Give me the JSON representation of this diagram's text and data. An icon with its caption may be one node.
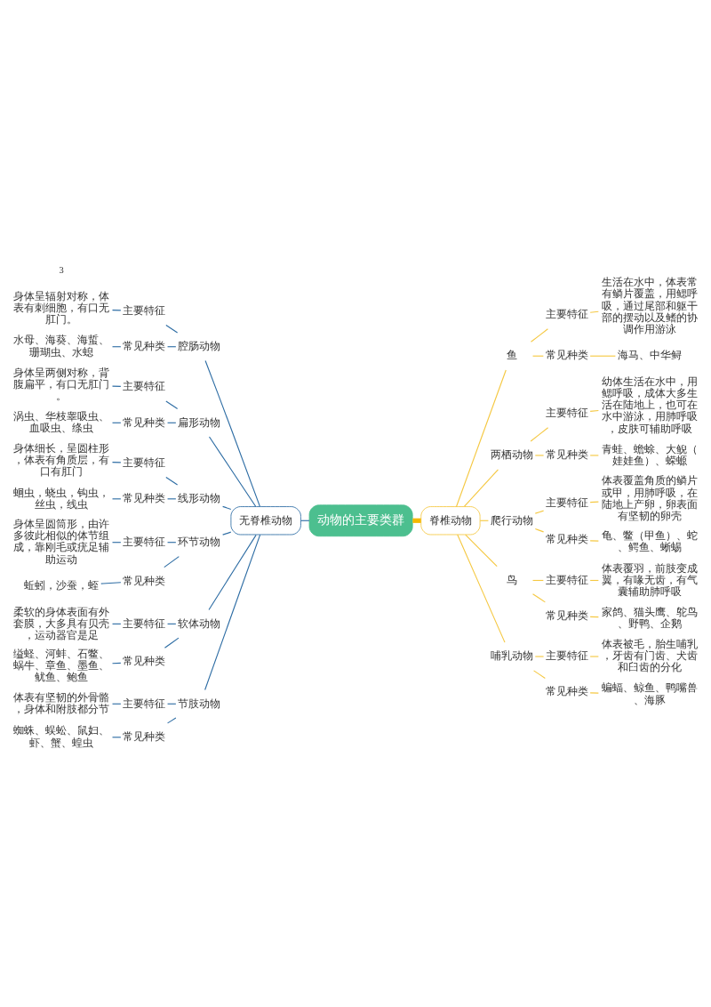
{
  "diagram": {
    "nodes": [
      {
        "text": [
          "动物的主要类群"
        ]
      },
      {
        "text": [
          "无脊椎动物"
        ]
      },
      {
        "text": [
          "脊椎动物"
        ]
      },
      {
        "text": [
          "腔肠动物"
        ]
      },
      {
        "text": [
          "主要特征"
        ]
      },
      {
        "text": [
          "身体呈辐射对称，体表有刺细胞，有口无肛门。"
        ]
      },
      {
        "text": [
          "常见种类"
        ]
      },
      {
        "text": [
          "水母、海葵、海蜇、珊瑚虫、水螅"
        ]
      },
      {
        "text": [
          "扁形动物"
        ]
      },
      {
        "text": [
          "主要特征"
        ]
      },
      {
        "text": [
          "身体呈两侧对称，背腹扁平，有口无肛门。"
        ]
      },
      {
        "text": [
          "常见种类"
        ]
      },
      {
        "text": [
          "涡虫、华枝睾吸虫、血吸虫、绦虫"
        ]
      },
      {
        "text": [
          "线形动物"
        ]
      },
      {
        "text": [
          "主要特征"
        ]
      },
      {
        "text": [
          "身体细长，呈圆柱形，体表有角质层，有口有肛门"
        ]
      },
      {
        "text": [
          "常见种类"
        ]
      },
      {
        "text": [
          "蛔虫，蛲虫，钩虫，丝虫，线虫"
        ]
      },
      {
        "text": [
          "环节动物"
        ]
      },
      {
        "text": [
          "主要特征"
        ]
      },
      {
        "text": [
          "身体呈圆筒形，由许多彼此相似的体节组成，靠刚毛或疣足辅助运动"
        ]
      },
      {
        "text": [
          "常见种类"
        ]
      },
      {
        "text": [
          "蚯蚓，沙蚕，蛭"
        ]
      },
      {
        "text": [
          "软体动物"
        ]
      },
      {
        "text": [
          "主要特征"
        ]
      },
      {
        "text": [
          "柔软的身体表面有外套膜，大多具有贝壳，运动器官是足"
        ]
      },
      {
        "text": [
          "常见种类"
        ]
      },
      {
        "text": [
          "缢蛏、河蚌、石鳖、蜗牛、章鱼、墨鱼、鱿鱼、鲍鱼"
        ]
      },
      {
        "text": [
          "节肢动物"
        ]
      },
      {
        "text": [
          "主要特征"
        ]
      },
      {
        "text": [
          "体表有坚韧的外骨骼，身体和附肢都分节"
        ]
      },
      {
        "text": [
          "常见种类"
        ]
      },
      {
        "text": [
          "蜘蛛、蜈蚣、鼠妇、虾、蟹、蝗虫"
        ]
      },
      {
        "text": [
          "鱼"
        ]
      },
      {
        "text": [
          "主要特征"
        ]
      },
      {
        "text": [
          "生活在水中，体表常有鳞片覆盖，用鳃呼吸，通过尾部和躯干部的摆动以及鳍的协调作用游泳"
        ]
      },
      {
        "text": [
          "常见种类"
        ]
      },
      {
        "text": [
          "海马、中华鲟"
        ]
      },
      {
        "text": [
          "两栖动物"
        ]
      },
      {
        "text": [
          "主要特征"
        ]
      },
      {
        "text": [
          "幼体生活在水中，用鳃呼吸，成体大多生活在陆地上，也可在水中游泳，用肺呼吸，皮肤可辅助呼吸"
        ]
      },
      {
        "text": [
          "常见种类"
        ]
      },
      {
        "text": [
          "青蛙、蟾蜍、大鲵（娃娃鱼）、蝾螈"
        ]
      },
      {
        "text": [
          "爬行动物"
        ]
      },
      {
        "text": [
          "主要特征"
        ]
      },
      {
        "text": [
          "体表覆盖角质的鳞片或甲，用肺呼吸，在陆地上产卵，卵表面有坚韧的卵壳"
        ]
      },
      {
        "text": [
          "常见种类"
        ]
      },
      {
        "text": [
          "龟、鳖（甲鱼）、蛇、鳄鱼、蜥蜴"
        ]
      },
      {
        "text": [
          "鸟"
        ]
      },
      {
        "text": [
          "主要特征"
        ]
      },
      {
        "text": [
          "体表覆羽，前肢变成翼，有喙无齿，有气囊辅助肺呼吸"
        ]
      },
      {
        "text": [
          "常见种类"
        ]
      },
      {
        "text": [
          "家鸽、猫头鹰、鸵鸟、野鸭、企鹅"
        ]
      },
      {
        "text": [
          "哺乳动物"
        ]
      },
      {
        "text": [
          "主要特征"
        ]
      },
      {
        "text": [
          "体表被毛，胎生哺乳，牙齿有门齿、犬齿和臼齿的分化"
        ]
      },
      {
        "text": [
          "常见种类"
        ]
      },
      {
        "text": [
          "蝙蝠、鲸鱼、鸭嘴兽、海豚"
        ]
      }
    ],
    "edges": [
      {
        "from": 1,
        "to": 0,
        "arrow": "none"
      },
      {
        "from": 3,
        "to": 1,
        "arrow": "none"
      },
      {
        "from": 4,
        "to": 3,
        "arrow": "none"
      },
      {
        "from": 5,
        "to": 4,
        "arrow": "none"
      },
      {
        "from": 6,
        "to": 3,
        "arrow": "none"
      },
      {
        "from": 7,
        "to": 6,
        "arrow": "none"
      },
      {
        "from": 8,
        "to": 1,
        "arrow": "none"
      },
      {
        "from": 9,
        "to": 8,
        "arrow": "none"
      },
      {
        "from": 10,
        "to": 9,
        "arrow": "none"
      },
      {
        "from": 11,
        "to": 8,
        "arrow": "none"
      },
      {
        "from": 12,
        "to": 11,
        "arrow": "none"
      },
      {
        "from": 13,
        "to": 1,
        "arrow": "none"
      },
      {
        "from": 14,
        "to": 13,
        "arrow": "none"
      },
      {
        "from": 15,
        "to": 14,
        "arrow": "none"
      },
      {
        "from": 16,
        "to": 13,
        "arrow": "none"
      },
      {
        "from": 17,
        "to": 16,
        "arrow": "none"
      },
      {
        "from": 18,
        "to": 1,
        "arrow": "none"
      },
      {
        "from": 19,
        "to": 18,
        "arrow": "none"
      },
      {
        "from": 20,
        "to": 19,
        "arrow": "none"
      },
      {
        "from": 21,
        "to": 18,
        "arrow": "none"
      },
      {
        "from": 22,
        "to": 21,
        "arrow": "none"
      },
      {
        "from": 23,
        "to": 1,
        "arrow": "none"
      },
      {
        "from": 24,
        "to": 23,
        "arrow": "none"
      },
      {
        "from": 25,
        "to": 24,
        "arrow": "none"
      },
      {
        "from": 26,
        "to": 23,
        "arrow": "none"
      },
      {
        "from": 27,
        "to": 26,
        "arrow": "none"
      },
      {
        "from": 28,
        "to": 1,
        "arrow": "none"
      },
      {
        "from": 29,
        "to": 28,
        "arrow": "none"
      },
      {
        "from": 30,
        "to": 29,
        "arrow": "none"
      },
      {
        "from": 31,
        "to": 28,
        "arrow": "none"
      },
      {
        "from": 32,
        "to": 31,
        "arrow": "none"
      },
      {
        "from": 0,
        "to": 2,
        "arrow": "none",
        "color": "#f5b800",
        "style": "thick"
      },
      {
        "from": 2,
        "to": 33,
        "arrow": "none",
        "color": "#f5c842"
      },
      {
        "from": 33,
        "to": 34,
        "arrow": "none",
        "color": "#f5c842"
      },
      {
        "from": 34,
        "to": 35,
        "arrow": "none",
        "color": "#f5c842"
      },
      {
        "from": 33,
        "to": 36,
        "arrow": "none",
        "color": "#f5c842"
      },
      {
        "from": 36,
        "to": 37,
        "arrow": "none",
        "color": "#f5c842"
      },
      {
        "from": 2,
        "to": 38,
        "arrow": "none",
        "color": "#f5c842"
      },
      {
        "from": 38,
        "to": 39,
        "arrow": "none",
        "color": "#f5c842"
      },
      {
        "from": 39,
        "to": 40,
        "arrow": "none",
        "color": "#f5c842"
      },
      {
        "from": 38,
        "to": 41,
        "arrow": "none",
        "color": "#f5c842"
      },
      {
        "from": 41,
        "to": 42,
        "arrow": "none",
        "color": "#f5c842"
      },
      {
        "from": 2,
        "to": 43,
        "arrow": "none",
        "color": "#f5c842"
      },
      {
        "from": 43,
        "to": 44,
        "arrow": "none",
        "color": "#f5c842"
      },
      {
        "from": 44,
        "to": 45,
        "arrow": "none",
        "color": "#f5c842"
      },
      {
        "from": 43,
        "to": 46,
        "arrow": "none",
        "color": "#f5c842"
      },
      {
        "from": 46,
        "to": 47,
        "arrow": "none",
        "color": "#f5c842"
      },
      {
        "from": 2,
        "to": 48,
        "arrow": "none",
        "color": "#f5c842"
      },
      {
        "from": 48,
        "to": 49,
        "arrow": "none",
        "color": "#f5c842"
      },
      {
        "from": 49,
        "to": 50,
        "arrow": "none",
        "color": "#f5c842"
      },
      {
        "from": 48,
        "to": 51,
        "arrow": "none",
        "color": "#f5c842"
      },
      {
        "from": 51,
        "to": 52,
        "arrow": "none",
        "color": "#f5c842"
      },
      {
        "from": 2,
        "to": 53,
        "arrow": "none",
        "color": "#f5c842"
      },
      {
        "from": 53,
        "to": 54,
        "arrow": "none",
        "color": "#f5c842"
      },
      {
        "from": 54,
        "to": 55,
        "arrow": "none",
        "color": "#f5c842"
      },
      {
        "from": 53,
        "to": 56,
        "arrow": "none",
        "color": "#f5c842"
      },
      {
        "from": 56,
        "to": 57,
        "arrow": "none",
        "color": "#f5c842"
      }
    ],
    "labels": [
      "3"
    ]
  }
}
